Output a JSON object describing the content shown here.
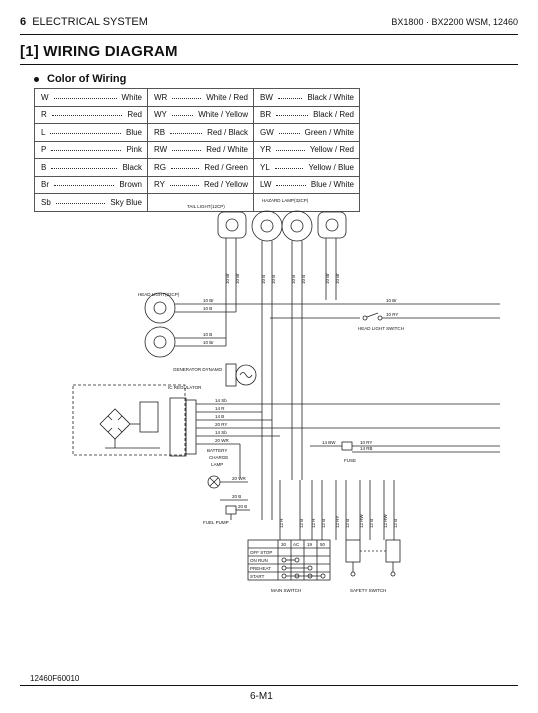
{
  "header": {
    "chapter_num": "6",
    "chapter_title": "ELECTRICAL SYSTEM",
    "model_info": "BX1800 · BX2200  WSM, 12460"
  },
  "section": {
    "title": "[1] WIRING DIAGRAM"
  },
  "color_of_wiring": {
    "title": "Color of Wiring",
    "columns": [
      [
        {
          "code": "W",
          "name": "White"
        },
        {
          "code": "R",
          "name": "Red"
        },
        {
          "code": "L",
          "name": "Blue"
        },
        {
          "code": "P",
          "name": "Pink"
        },
        {
          "code": "B",
          "name": "Black"
        },
        {
          "code": "Br",
          "name": "Brown"
        },
        {
          "code": "Sb",
          "name": "Sky Blue"
        }
      ],
      [
        {
          "code": "WR",
          "name": "White / Red"
        },
        {
          "code": "WY",
          "name": "White / Yellow"
        },
        {
          "code": "RB",
          "name": "Red / Black"
        },
        {
          "code": "RW",
          "name": "Red / White"
        },
        {
          "code": "RG",
          "name": "Red / Green"
        },
        {
          "code": "RY",
          "name": "Red / Yellow"
        }
      ],
      [
        {
          "code": "BW",
          "name": "Black / White"
        },
        {
          "code": "BR",
          "name": "Black / Red"
        },
        {
          "code": "GW",
          "name": "Green / White"
        },
        {
          "code": "YR",
          "name": "Yellow / Red"
        },
        {
          "code": "YL",
          "name": "Yellow / Blue"
        },
        {
          "code": "LW",
          "name": "Blue / White"
        }
      ]
    ]
  },
  "diagram": {
    "components": {
      "tail_light": "TAIL LIGHT(12CP)",
      "hazard_lamp": "HAZARD LAMP(32CP)",
      "head_light": "HEAD LIGHT(32CP)",
      "head_light_switch": "HEAD LIGHT SWITCH",
      "generator_dynamo": "GENERATOR DYNAMO",
      "ic_regulator": "IC REGULATOR",
      "battery_charge_lamp": [
        "BATTERY",
        "CHARGE",
        "LAMP"
      ],
      "fuel_pump": "FUEL PUMP",
      "fuse": "FUSE",
      "main_switch": "MAIN SWITCH",
      "safety_switch": "SAFETY SWITCH"
    },
    "main_switch_table": {
      "headers": [
        "30",
        "AC",
        "19",
        "50"
      ],
      "rows": [
        "OFF STOP",
        "ON RUN",
        "PREHEAT",
        "START"
      ]
    },
    "wire_labels": {
      "top_group": [
        "10 Br",
        "10 Br",
        "10 B",
        "10 B",
        "10 B",
        "10 B",
        "10 Br",
        "10 Br"
      ],
      "head_light": [
        "10 Br",
        "10 B",
        "10 B",
        "10 Br"
      ],
      "head_switch": [
        "10 Br",
        "10 RY"
      ],
      "regulator": [
        "14 Sb",
        "14 R",
        "14 B",
        "20 RY",
        "14 Sb",
        "20 WR"
      ],
      "lamp": [
        "20 WR",
        "20 B"
      ],
      "pump": [
        "20 B"
      ],
      "fuse": [
        "14 BW",
        "10 RY",
        "14 RB"
      ],
      "bottom": [
        "12 R",
        "12 B",
        "12 R",
        "12 B",
        "12 RY",
        "12 B",
        "12 RW",
        "12 B",
        "12 RW",
        "12 B"
      ]
    }
  },
  "footer": {
    "figure_code": "12460F60010",
    "page_number": "6-M1"
  }
}
